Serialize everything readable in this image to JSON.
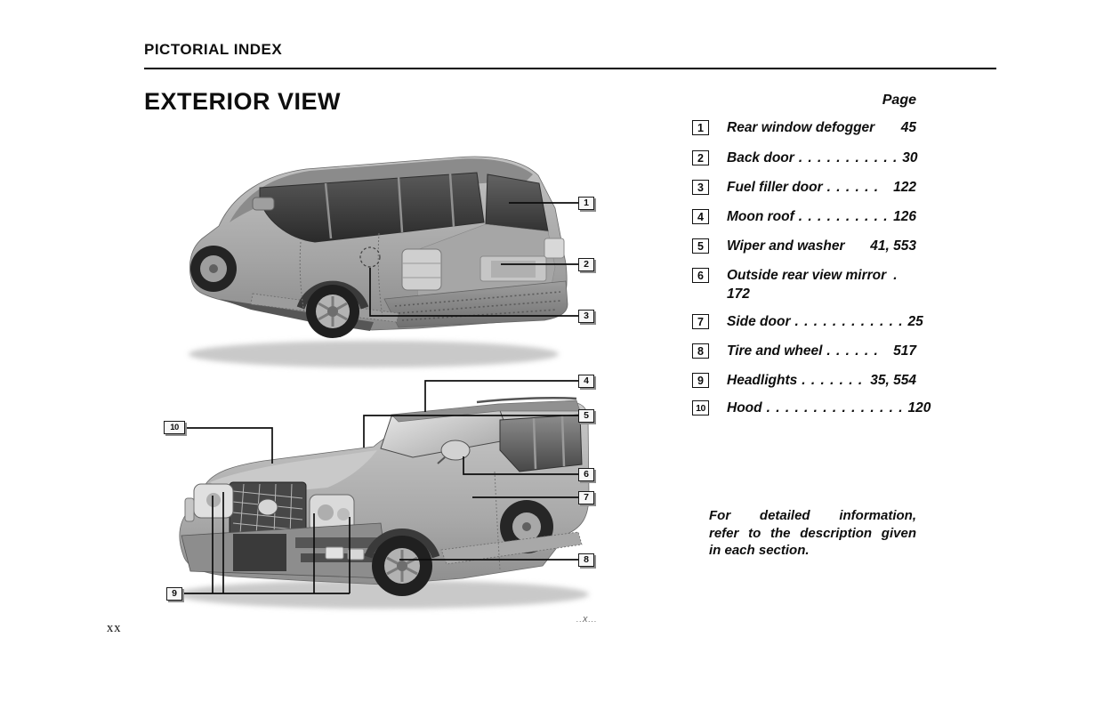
{
  "page": {
    "kicker": "PICTORIAL INDEX",
    "title": "EXTERIOR VIEW",
    "page_column_label": "Page",
    "footer_page_number": "xx",
    "figure_code": "..X..."
  },
  "index": {
    "items": [
      {
        "num": "1",
        "name": "Rear window defogger",
        "leader": "",
        "page": "45"
      },
      {
        "num": "2",
        "name": "Back door",
        "leader": ". . . . . . . . . . .",
        "page": "30"
      },
      {
        "num": "3",
        "name": "Fuel filler door",
        "leader": ". . . . . .",
        "page": "122"
      },
      {
        "num": "4",
        "name": "Moon roof",
        "leader": ". . . . . . . . . .",
        "page": "126"
      },
      {
        "num": "5",
        "name": "Wiper and  washer",
        "leader": "",
        "page": "41, 553"
      },
      {
        "num": "6",
        "name": "Outside rear view mirror",
        "leader": ".",
        "page": "172"
      },
      {
        "num": "7",
        "name": "Side door",
        "leader": ". . . . . . . . . . . .",
        "page": "25"
      },
      {
        "num": "8",
        "name": "Tire and wheel",
        "leader": ". . . . . .",
        "page": "517"
      },
      {
        "num": "9",
        "name": "Headlights",
        "leader": ". . . . . . .",
        "page": "35, 554"
      },
      {
        "num": "10",
        "name": "Hood",
        "leader": ". . . . . . . . . . . . . . .",
        "page": "120"
      }
    ]
  },
  "note": {
    "line1": "For detailed information,",
    "line2": "refer to the description given",
    "line3": "in each section."
  },
  "illustrations": {
    "rear_view": {
      "callouts": [
        {
          "label": "1"
        },
        {
          "label": "2"
        },
        {
          "label": "3"
        }
      ]
    },
    "front_view": {
      "callouts": [
        {
          "label": "4"
        },
        {
          "label": "5"
        },
        {
          "label": "6"
        },
        {
          "label": "7"
        },
        {
          "label": "8"
        },
        {
          "label": "9"
        },
        {
          "label": "10"
        }
      ]
    }
  }
}
